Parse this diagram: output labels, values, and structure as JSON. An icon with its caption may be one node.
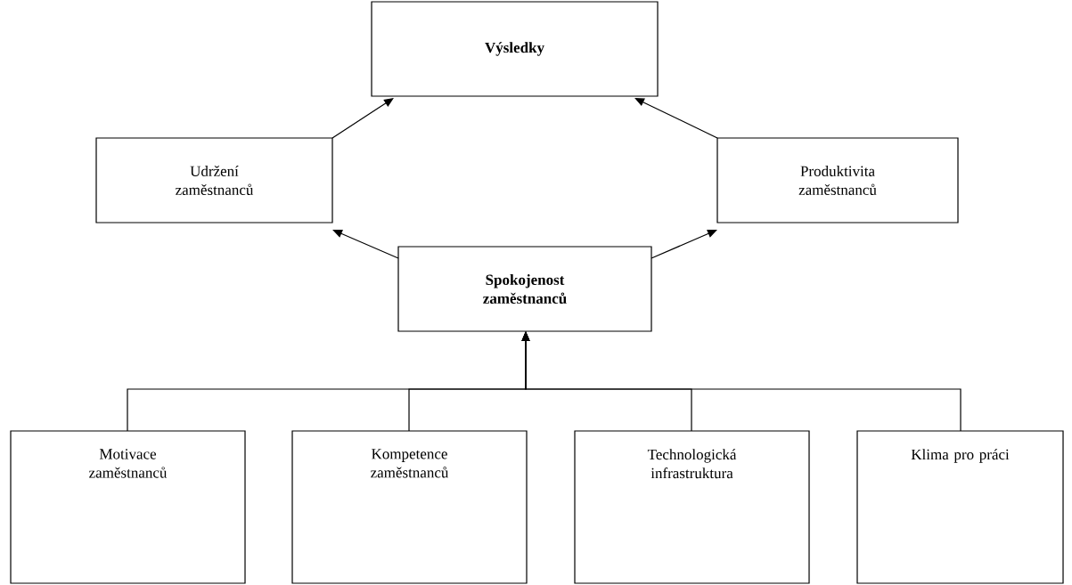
{
  "diagram": {
    "nodes": [
      {
        "text": [
          "Výsledky"
        ]
      },
      {
        "text": [
          "Udržení zaměstnanců"
        ]
      },
      {
        "text": [
          "Produktivita zaměstnanců"
        ]
      },
      {
        "text": [
          "Spokojenost zaměstnanců"
        ]
      },
      {
        "text": [
          "Motivace zaměstnanců"
        ]
      },
      {
        "text": [
          "Kompetence zaměstnanců"
        ]
      },
      {
        "text": [
          "Technologická infrastruktura"
        ]
      },
      {
        "text": [
          "Klima pro práci"
        ]
      }
    ],
    "edges": [
      {
        "from": 1,
        "to": 0,
        "arrow": "to"
      },
      {
        "from": 2,
        "to": 0,
        "arrow": "to"
      },
      {
        "from": 3,
        "to": 1,
        "arrow": "to"
      },
      {
        "from": 3,
        "to": 2,
        "arrow": "to"
      },
      {
        "from": 4,
        "to": 3,
        "arrow": "to"
      },
      {
        "from": 5,
        "to": 3,
        "arrow": "to"
      },
      {
        "from": 6,
        "to": 3,
        "arrow": "to"
      },
      {
        "from": 7,
        "to": 3,
        "arrow": "to"
      }
    ]
  }
}
